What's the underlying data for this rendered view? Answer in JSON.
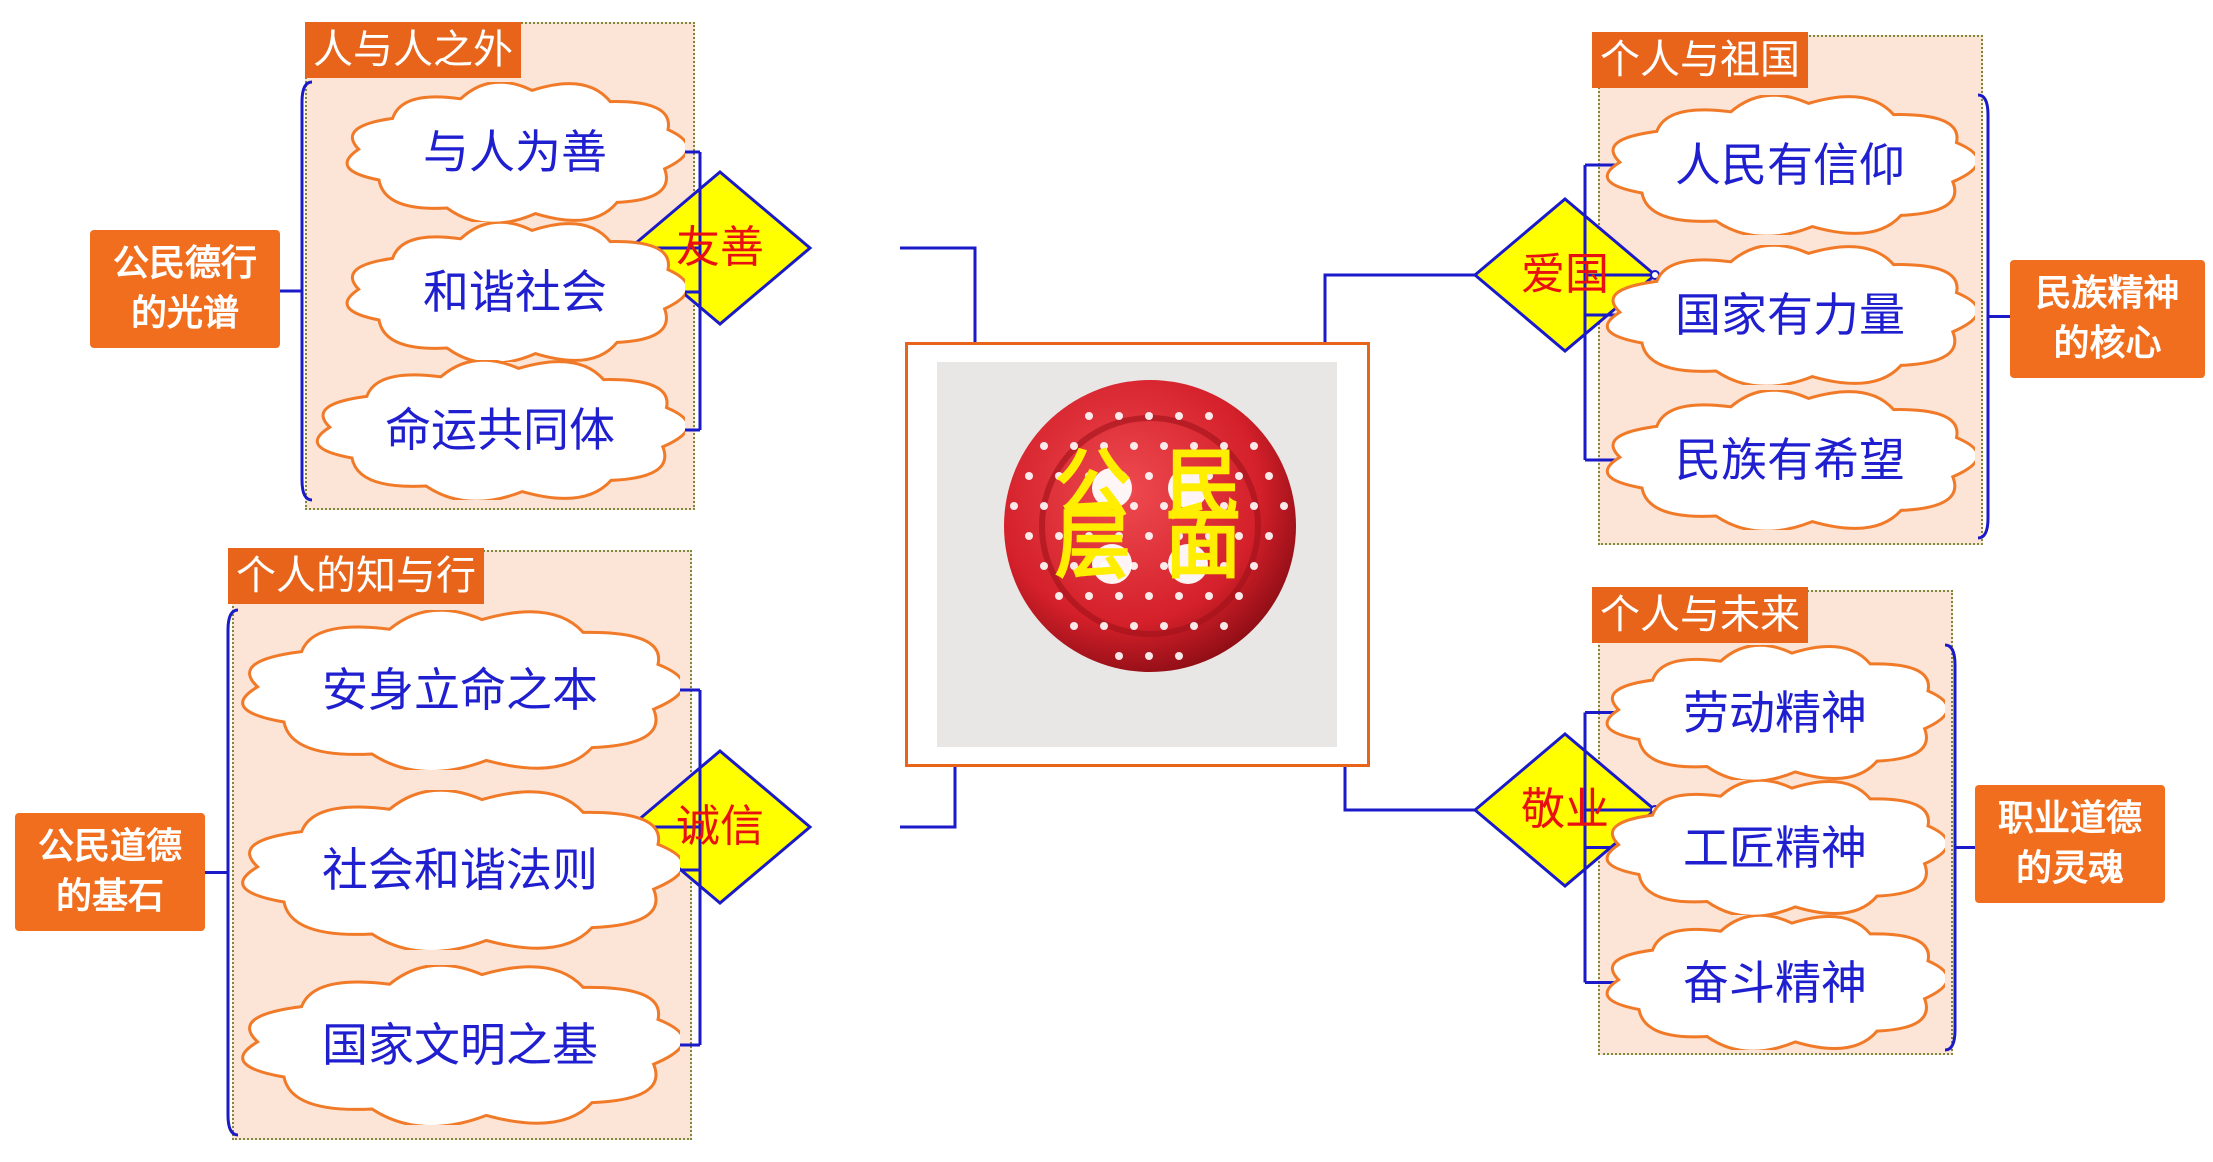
{
  "center": {
    "line1": "公 民",
    "line2": "层 面"
  },
  "branches": [
    {
      "key": "friendly",
      "value": "友善",
      "group_title": "人与人之外",
      "side_label": "公民德行\n的光谱",
      "items": [
        "与人为善",
        "和谐社会",
        "命运共同体"
      ]
    },
    {
      "key": "honesty",
      "value": "诚信",
      "group_title": "个人的知与行",
      "side_label": "公民道德\n的基石",
      "items": [
        "安身立命之本",
        "社会和谐法则",
        "国家文明之基"
      ]
    },
    {
      "key": "patriotism",
      "value": "爱国",
      "group_title": "个人与祖国",
      "side_label": "民族精神\n的核心",
      "items": [
        "人民有信仰",
        "国家有力量",
        "民族有希望"
      ]
    },
    {
      "key": "dedication",
      "value": "敬业",
      "group_title": "个人与未来",
      "side_label": "职业道德\n的灵魂",
      "items": [
        "劳动精神",
        "工匠精神",
        "奋斗精神"
      ]
    }
  ],
  "colors": {
    "cloud_fill": "#ffffff",
    "cloud_stroke": "#f07a28",
    "item_text": "#1f1fd0",
    "diamond_fill": "#ffff00",
    "diamond_stroke": "#1a1ac8",
    "diamond_text": "#e81010",
    "connector": "#1a1ac8",
    "button_red": "#d4202a",
    "button_text": "#ffee00"
  }
}
